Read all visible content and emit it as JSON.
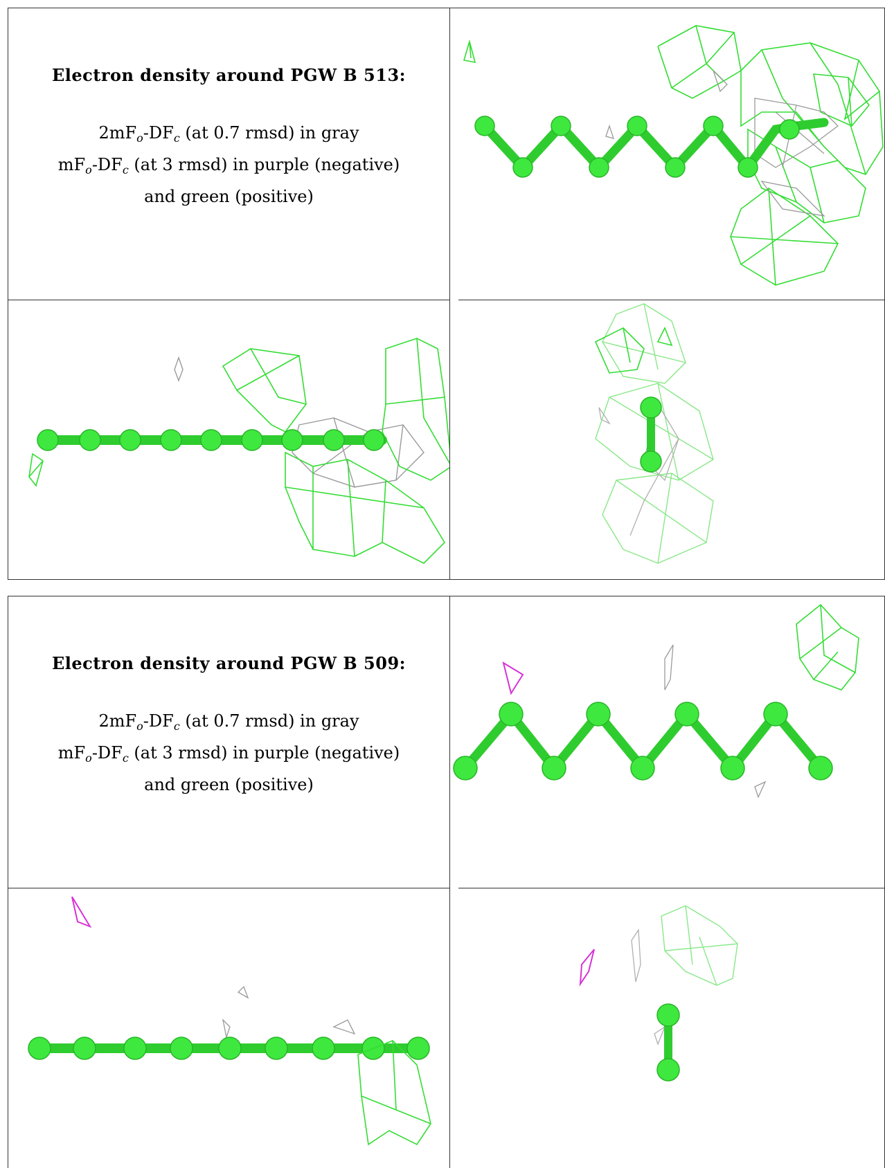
{
  "figures": [
    {
      "heading": "Electron density around PGW B 513:",
      "line1_prefix": "2mF",
      "line1_mid": "-DF",
      "line1_suffix": " (at 0.7 rmsd) in gray",
      "line2_prefix": "mF",
      "line2_mid": "-DF",
      "line2_suffix": " (at 3 rmsd) in purple (negative)",
      "line3": "and green (positive)",
      "sub_o": "o",
      "sub_c": "c"
    },
    {
      "heading": "Electron density around PGW B 509:",
      "line1_prefix": "2mF",
      "line1_mid": "-DF",
      "line1_suffix": " (at 0.7 rmsd) in gray",
      "line2_prefix": "mF",
      "line2_mid": "-DF",
      "line2_suffix": " (at 3 rmsd) in purple (negative)",
      "line3": "and green (positive)",
      "sub_o": "o",
      "sub_c": "c"
    }
  ],
  "colors": {
    "atom": "#3fe83f",
    "positive_mesh": "#33dd33",
    "negative_mesh": "#d633d6",
    "gray_mesh": "#9a9a9a",
    "border": "#333333"
  }
}
